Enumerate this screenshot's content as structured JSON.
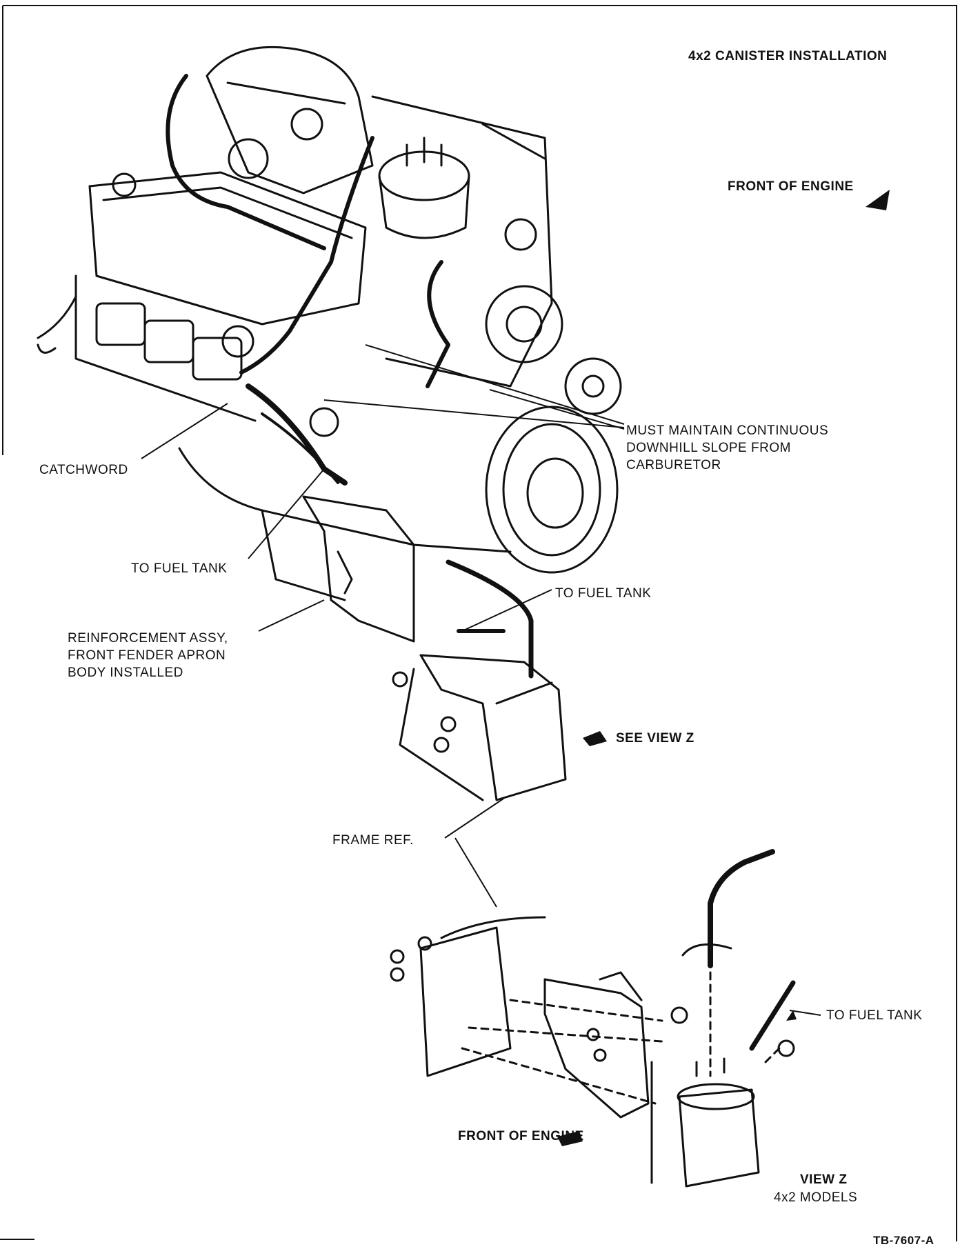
{
  "title": "4x2 CANISTER INSTALLATION",
  "labels": {
    "front_of_engine_top": "FRONT OF ENGINE",
    "must_maintain": [
      "MUST MAINTAIN CONTINUOUS",
      "DOWNHILL SLOPE FROM",
      "CARBURETOR"
    ],
    "catchword": "CATCHWORD",
    "to_fuel_tank_left": "TO FUEL TANK",
    "to_fuel_tank_center": "TO FUEL TANK",
    "reinforcement": [
      "REINFORCEMENT ASSY,",
      "FRONT FENDER APRON",
      "BODY INSTALLED"
    ],
    "see_view_z": "SEE VIEW Z",
    "frame_ref": "FRAME REF.",
    "to_fuel_tank_right": "TO FUEL TANK",
    "front_of_engine_bottom": "FRONT OF ENGINE",
    "view_z": "VIEW Z",
    "view_z_models": "4x2 MODELS",
    "figure_id": "TB-7607-A"
  }
}
